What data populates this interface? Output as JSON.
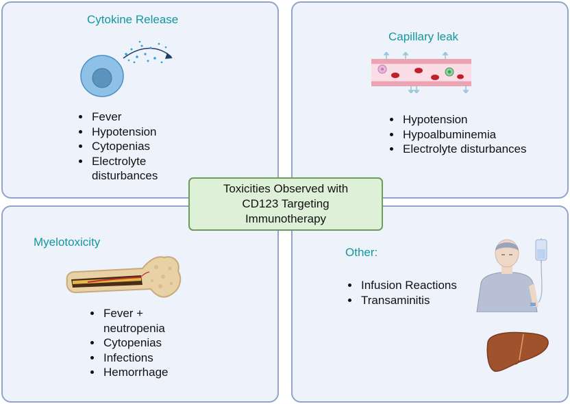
{
  "center": {
    "lines": [
      "Toxicities Observed with",
      "CD123 Targeting",
      "Immunotherapy"
    ]
  },
  "panels": {
    "cytokine": {
      "title": "Cytokine Release",
      "items": [
        "Fever",
        "Hypotension",
        "Cytopenias",
        "Electrolyte disturbances"
      ]
    },
    "capillary": {
      "title": "Capillary leak",
      "items": [
        "Hypotension",
        "Hypoalbuminemia",
        "Electrolyte disturbances"
      ]
    },
    "myelo": {
      "title": "Myelotoxicity",
      "items": [
        "Fever + neutropenia",
        "Cytopenias",
        "Infections",
        "Hemorrhage"
      ]
    },
    "other": {
      "title": "Other:",
      "items": [
        "Infusion Reactions",
        "Transaminitis"
      ]
    }
  },
  "icons": [
    "cell-releasing-cytokines-icon",
    "leaky-blood-vessel-icon",
    "bone-marrow-icon",
    "patient-with-iv-drip-icon",
    "liver-icon"
  ],
  "colors": {
    "panel_bg": "#eef2fb",
    "panel_border": "#8fa4c8",
    "title": "#13979a",
    "center_bg": "#dff0d8",
    "center_border": "#6a9c5a"
  }
}
